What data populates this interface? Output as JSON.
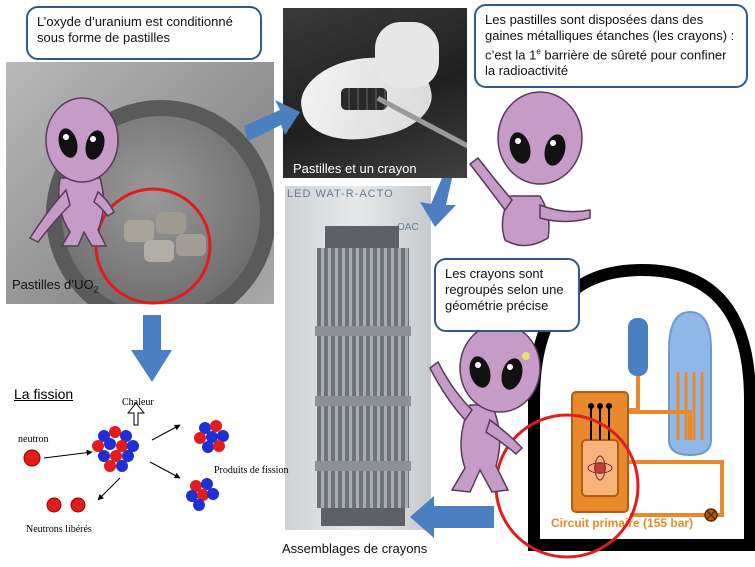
{
  "bubbles": {
    "uranium": "L’oxyde d’uranium est conditionné sous forme de pastilles",
    "gaines": "Les pastilles sont disposées dans des gaines métalliques étanches (les crayons) : c’est la 1",
    "gaines_sup": "e",
    "gaines_end": " barrière de sûreté pour confiner la radioactivité",
    "crayons": "Les crayons sont regroupés selon une géométrie précise"
  },
  "captions": {
    "pastilles_uo": "Pastilles d’UO",
    "pastilles_sub": "2",
    "pastilles_crayon": "Pastilles et un crayon",
    "assemblages": "Assemblages de crayons",
    "photo_text": "LED WAT-R-ACTO",
    "photo_text2": "OAC"
  },
  "fission": {
    "title": "La fission",
    "neutron": "neutron",
    "chaleur": "Chaleur",
    "produits": "Produits de fission",
    "neutrons_liberes": "Neutrons libérés"
  },
  "reactor": {
    "label": "Circuit primaire (155 bar)"
  },
  "colors": {
    "arrow_blue": "#4a7fc1",
    "red_circle": "#e31b1b",
    "alien": "#c79bc7",
    "orange": "#e88a2c",
    "bubble_border": "#2e5a8a"
  }
}
